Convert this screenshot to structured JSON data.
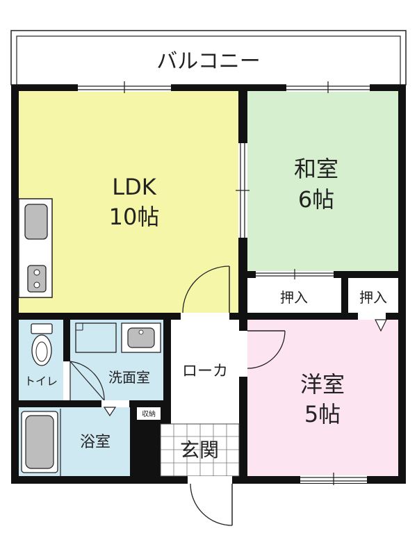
{
  "rooms": {
    "balcony": "バルコニー",
    "ldk": {
      "name": "LDK",
      "size": "10帖"
    },
    "washitsu": {
      "name": "和室",
      "size": "6帖"
    },
    "yoshitsu": {
      "name": "洋室",
      "size": "5帖"
    },
    "oshiire_1": "押入",
    "oshiire_2": "押入",
    "toilet": "トイレ",
    "senmenshitsu": "洗面室",
    "yokushitsu": "浴室",
    "roka": "ローカ",
    "genkan": "玄関",
    "shuno": "収納"
  },
  "colors": {
    "ldk": "#f6f6a9",
    "washitsu": "#d5efcf",
    "yoshitsu": "#fce5f0",
    "wet_area": "#cfe9f3",
    "wall": "#111111",
    "floor": "#ffffff"
  }
}
